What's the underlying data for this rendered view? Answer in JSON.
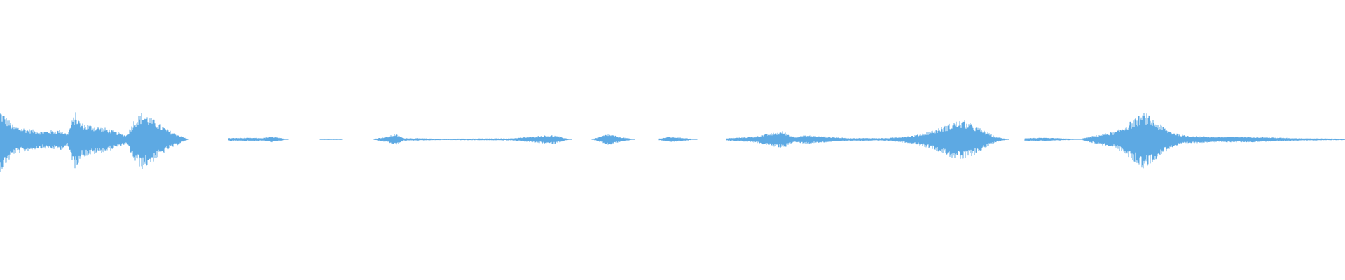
{
  "waveform": {
    "color": "#5DA9E3",
    "background": "#ffffff",
    "segments": [
      {
        "start": 0.0,
        "end": 0.14,
        "env": [
          [
            0.0,
            0.22
          ],
          [
            0.01,
            0.1
          ],
          [
            0.03,
            0.06
          ],
          [
            0.045,
            0.07
          ],
          [
            0.05,
            0.04
          ],
          [
            0.056,
            0.2
          ],
          [
            0.06,
            0.12
          ],
          [
            0.07,
            0.1
          ],
          [
            0.08,
            0.08
          ],
          [
            0.094,
            0.03
          ],
          [
            0.1,
            0.15
          ],
          [
            0.106,
            0.2
          ],
          [
            0.115,
            0.14
          ],
          [
            0.125,
            0.07
          ],
          [
            0.14,
            0.0
          ]
        ]
      },
      {
        "start": 0.17,
        "end": 0.214,
        "env": [
          [
            0.17,
            0.01
          ],
          [
            0.185,
            0.012
          ],
          [
            0.195,
            0.01
          ],
          [
            0.203,
            0.02
          ],
          [
            0.214,
            0.0
          ]
        ]
      },
      {
        "start": 0.238,
        "end": 0.254,
        "env": [
          [
            0.238,
            0.004
          ],
          [
            0.254,
            0.004
          ]
        ]
      },
      {
        "start": 0.278,
        "end": 0.425,
        "env": [
          [
            0.278,
            0.005
          ],
          [
            0.288,
            0.02
          ],
          [
            0.294,
            0.04
          ],
          [
            0.3,
            0.01
          ],
          [
            0.33,
            0.005
          ],
          [
            0.38,
            0.008
          ],
          [
            0.395,
            0.02
          ],
          [
            0.405,
            0.03
          ],
          [
            0.412,
            0.03
          ],
          [
            0.42,
            0.01
          ],
          [
            0.425,
            0.0
          ]
        ]
      },
      {
        "start": 0.44,
        "end": 0.472,
        "env": [
          [
            0.44,
            0.0
          ],
          [
            0.452,
            0.04
          ],
          [
            0.46,
            0.02
          ],
          [
            0.472,
            0.0
          ]
        ]
      },
      {
        "start": 0.49,
        "end": 0.518,
        "env": [
          [
            0.49,
            0.006
          ],
          [
            0.498,
            0.02
          ],
          [
            0.51,
            0.01
          ],
          [
            0.518,
            0.0
          ]
        ]
      },
      {
        "start": 0.54,
        "end": 0.75,
        "env": [
          [
            0.54,
            0.008
          ],
          [
            0.56,
            0.02
          ],
          [
            0.582,
            0.06
          ],
          [
            0.59,
            0.02
          ],
          [
            0.6,
            0.03
          ],
          [
            0.615,
            0.02
          ],
          [
            0.63,
            0.01
          ],
          [
            0.66,
            0.01
          ],
          [
            0.68,
            0.03
          ],
          [
            0.695,
            0.07
          ],
          [
            0.71,
            0.13
          ],
          [
            0.716,
            0.14
          ],
          [
            0.725,
            0.1
          ],
          [
            0.74,
            0.02
          ],
          [
            0.75,
            0.0
          ]
        ]
      },
      {
        "start": 0.762,
        "end": 0.805,
        "env": [
          [
            0.762,
            0.01
          ],
          [
            0.775,
            0.012
          ],
          [
            0.79,
            0.008
          ],
          [
            0.805,
            0.0
          ]
        ]
      },
      {
        "start": 0.805,
        "end": 1.0,
        "env": [
          [
            0.805,
            0.008
          ],
          [
            0.815,
            0.03
          ],
          [
            0.83,
            0.06
          ],
          [
            0.845,
            0.16
          ],
          [
            0.851,
            0.2
          ],
          [
            0.858,
            0.14
          ],
          [
            0.87,
            0.06
          ],
          [
            0.88,
            0.03
          ],
          [
            0.9,
            0.02
          ],
          [
            0.93,
            0.02
          ],
          [
            0.96,
            0.01
          ],
          [
            1.0,
            0.005
          ]
        ]
      }
    ]
  }
}
